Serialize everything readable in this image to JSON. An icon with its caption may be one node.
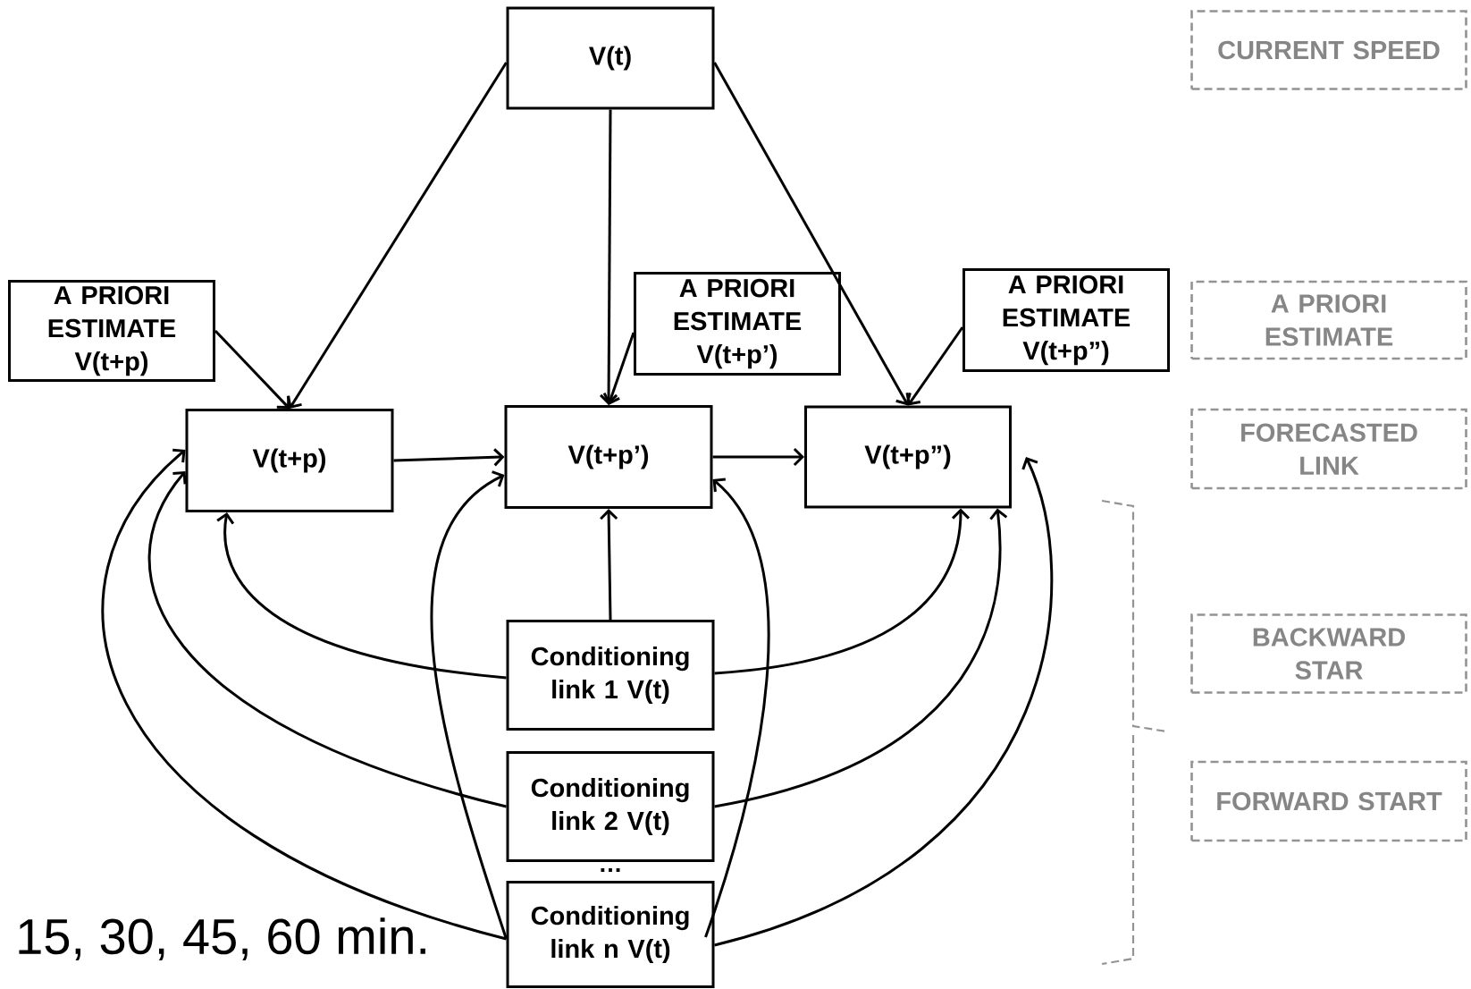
{
  "diagram": {
    "nodes": [
      {
        "text": [
          "V(t)"
        ]
      },
      {
        "text": [
          "A PRIORI ESTIMATE V(t+p)"
        ]
      },
      {
        "text": [
          "A PRIORI ESTIMATE V(t+p’)"
        ]
      },
      {
        "text": [
          "A PRIORI ESTIMATE V(t+p”)"
        ]
      },
      {
        "text": [
          "V(t+p)"
        ]
      },
      {
        "text": [
          "V(t+p’)"
        ]
      },
      {
        "text": [
          "V(t+p”)"
        ]
      },
      {
        "text": [
          "Conditioning link 1 V(t)"
        ]
      },
      {
        "text": [
          "Conditioning link 2 V(t)"
        ]
      },
      {
        "text": [
          "Conditioning link n V(t)"
        ]
      },
      {
        "text": [
          "CURRENT SPEED"
        ]
      },
      {
        "text": [
          "A PRIORI ESTIMATE"
        ]
      },
      {
        "text": [
          "FORECASTED LINK"
        ]
      },
      {
        "text": [
          "BACKWARD STAR"
        ]
      },
      {
        "text": [
          "FORWARD START"
        ]
      }
    ],
    "edges": [
      {
        "from": 0,
        "to": 4,
        "arrow": "to"
      },
      {
        "from": 0,
        "to": 5,
        "arrow": "to"
      },
      {
        "from": 0,
        "to": 6,
        "arrow": "to"
      },
      {
        "from": 1,
        "to": 4,
        "arrow": "to"
      },
      {
        "from": 2,
        "to": 5,
        "arrow": "to"
      },
      {
        "from": 3,
        "to": 6,
        "arrow": "to"
      },
      {
        "from": 4,
        "to": 5,
        "arrow": "to"
      },
      {
        "from": 5,
        "to": 6,
        "arrow": "to"
      },
      {
        "from": 7,
        "to": 5,
        "arrow": "to"
      },
      {
        "from": 7,
        "to": 4,
        "arrow": "to"
      },
      {
        "from": 7,
        "to": 6,
        "arrow": "to"
      },
      {
        "from": 8,
        "to": 4,
        "arrow": "to"
      },
      {
        "from": 8,
        "to": 6,
        "arrow": "to"
      },
      {
        "from": 9,
        "to": 4,
        "arrow": "to"
      },
      {
        "from": 9,
        "to": 5,
        "arrow": "to"
      },
      {
        "from": 9,
        "to": 5,
        "arrow": "to"
      },
      {
        "from": 9,
        "to": 6,
        "arrow": "to"
      }
    ],
    "labels": [
      "…",
      "15, 30, 45, 60 min."
    ]
  }
}
